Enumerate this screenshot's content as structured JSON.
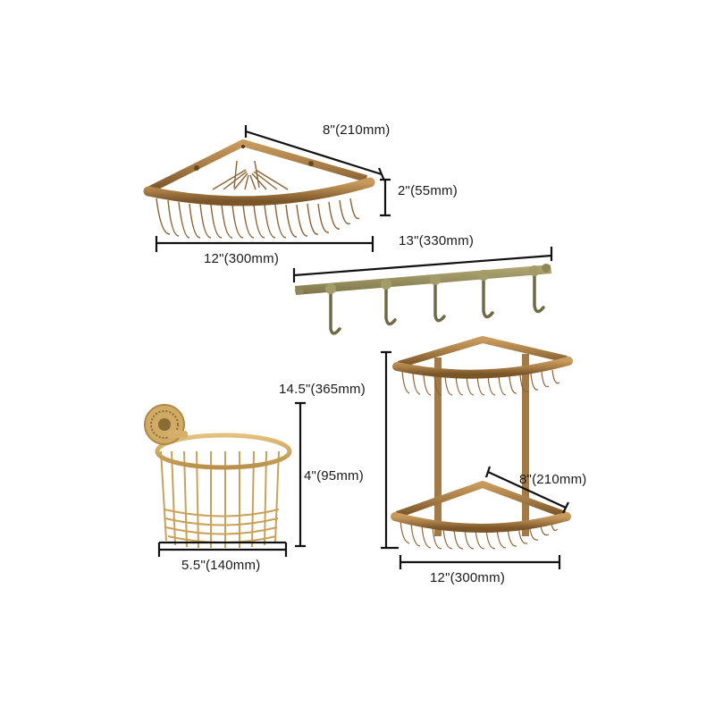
{
  "colors": {
    "brass_dark": "#7a5528",
    "brass_mid": "#a67c45",
    "brass_light": "#c89a5c",
    "gold_light": "#d9b46c",
    "gold_mid": "#c39a4f",
    "bronze_hook": "#6f6a45",
    "bronze_bar": "#9c9462",
    "dimension_line": "#111111"
  },
  "products": [
    {
      "id": "corner-basket-single",
      "dimensions": {
        "depth": "8\"(210mm)",
        "height": "2\"(55mm)",
        "width": "12\"(300mm)"
      }
    },
    {
      "id": "robe-hook-rail",
      "hook_count": 5,
      "dimensions": {
        "length": "13\"(330mm)"
      }
    },
    {
      "id": "toilet-paper-basket",
      "dimensions": {
        "height": "4\"(95mm)",
        "width": "5.5\"(140mm)"
      }
    },
    {
      "id": "corner-basket-double",
      "dimensions": {
        "total_height": "14.5\"(365mm)",
        "depth": "8\"(210mm)",
        "width": "12\"(300mm)"
      }
    }
  ]
}
